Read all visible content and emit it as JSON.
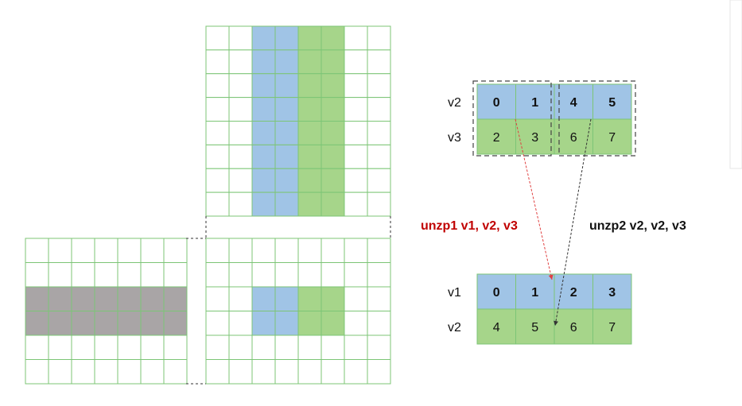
{
  "colors": {
    "grid_line": "#7cc576",
    "blue": "#a0c4e6",
    "green": "#a6d58a",
    "gray": "#a9a5a6",
    "red_text": "#c00000",
    "arrow_red": "#e04040",
    "arrow_black": "#333333"
  },
  "top_registers": {
    "rows": [
      {
        "label": "v2",
        "values": [
          "0",
          "1",
          "4",
          "5"
        ]
      },
      {
        "label": "v3",
        "values": [
          "2",
          "3",
          "6",
          "7"
        ]
      }
    ]
  },
  "bottom_registers": {
    "rows": [
      {
        "label": "v1",
        "values": [
          "0",
          "1",
          "2",
          "3"
        ]
      },
      {
        "label": "v2",
        "values": [
          "4",
          "5",
          "6",
          "7"
        ]
      }
    ]
  },
  "instructions": {
    "unzp1": "unzp1 v1, v2, v3",
    "unzp2": "unzp2 v2, v2, v3"
  }
}
